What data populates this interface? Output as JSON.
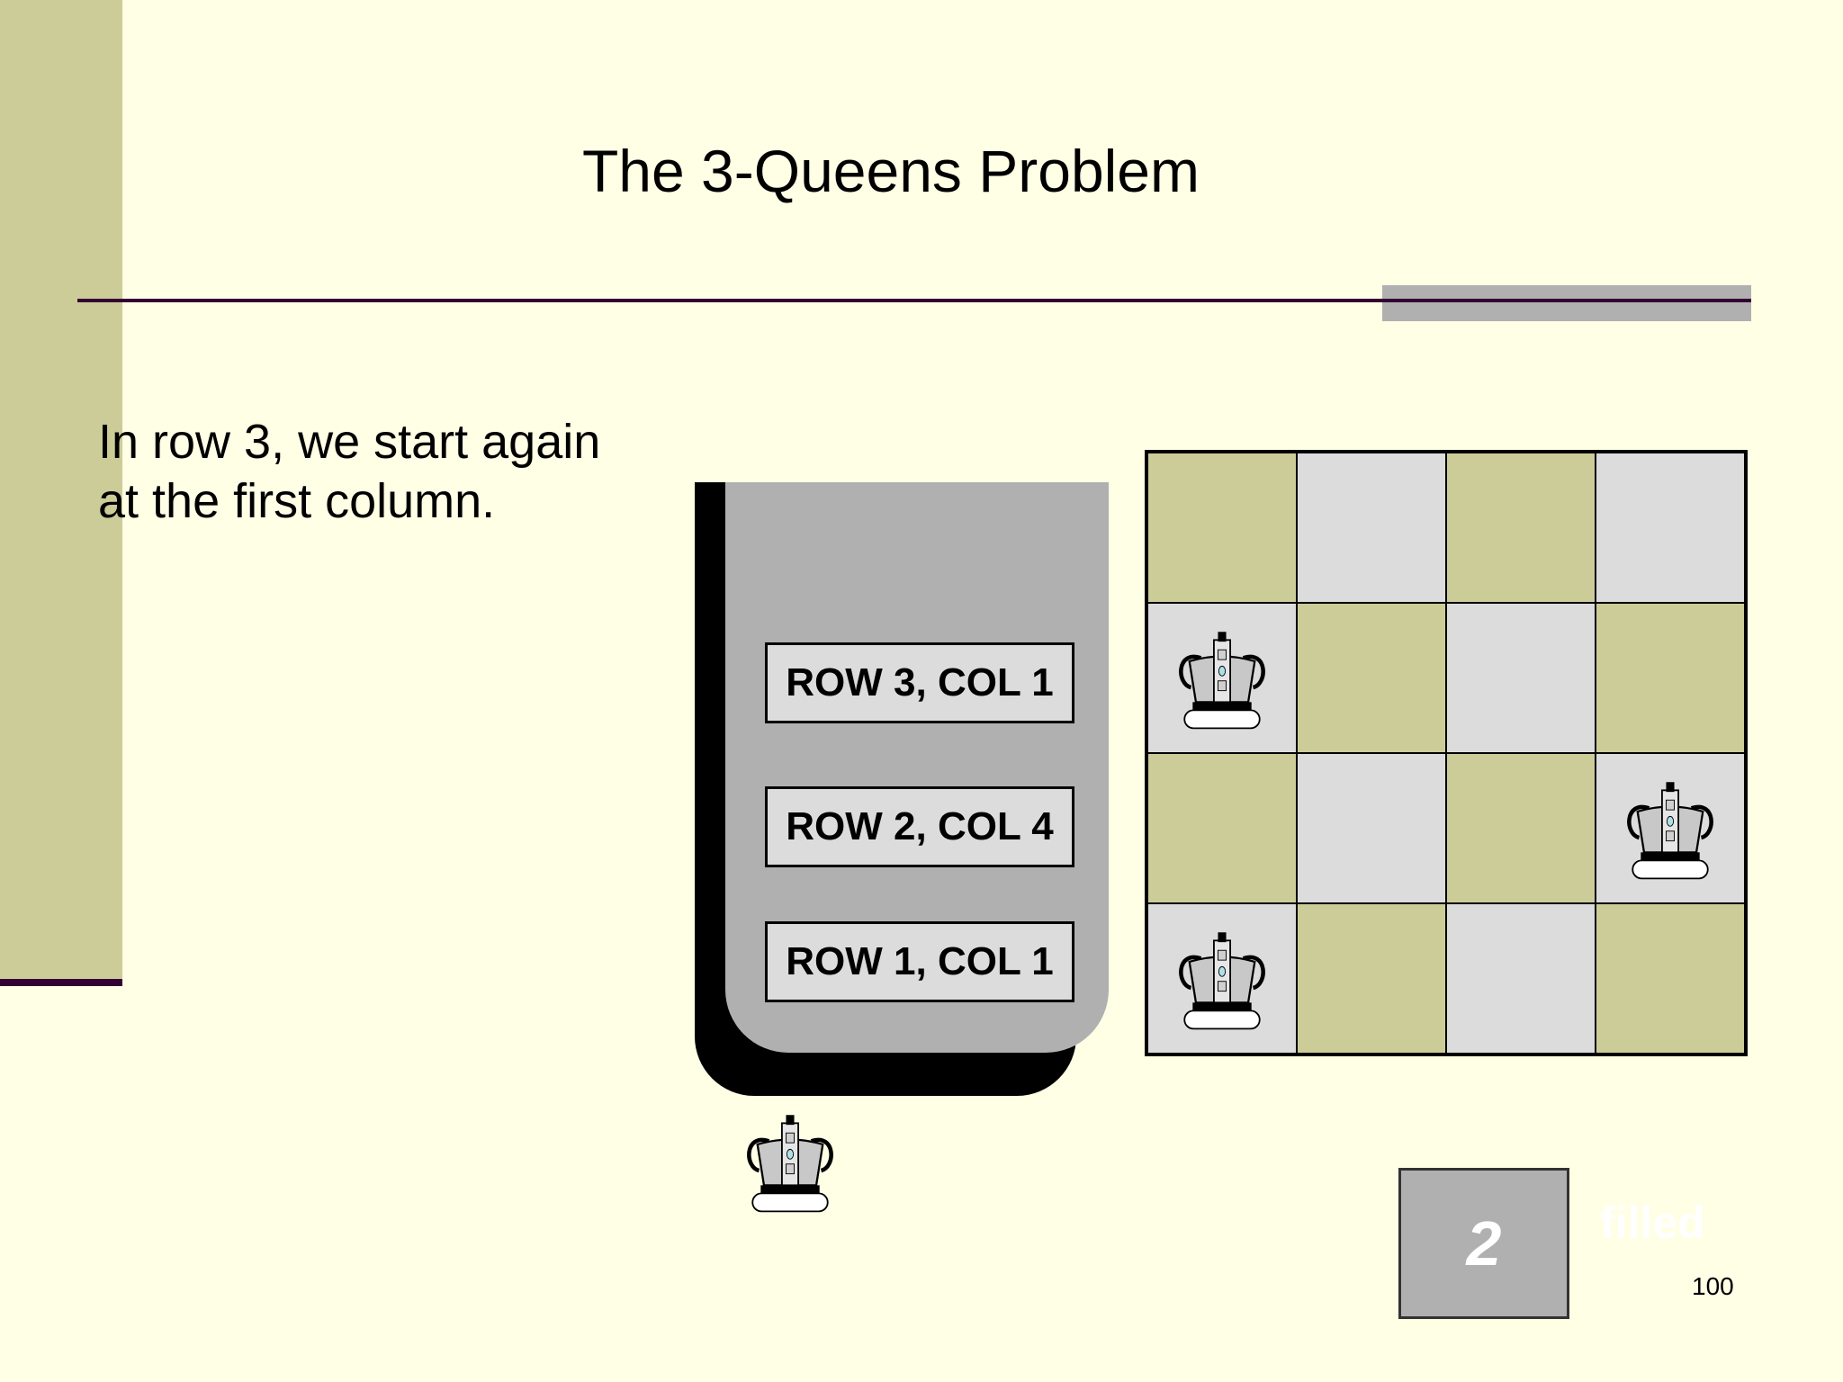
{
  "slide": {
    "title": "The 3-Queens Problem",
    "body_lines": [
      "In row 3, we start again",
      "at the first column."
    ],
    "page_number": "100"
  },
  "stack": {
    "entries": [
      {
        "label": "ROW 3, COL 1"
      },
      {
        "label": "ROW 2, COL 4"
      },
      {
        "label": "ROW 1, COL 1"
      }
    ]
  },
  "board": {
    "size": 4,
    "queens": [
      {
        "row": 1,
        "col": 1
      },
      {
        "row": 2,
        "col": 4
      },
      {
        "row": 3,
        "col": 1
      }
    ]
  },
  "counter": {
    "value": "2",
    "label": "filled"
  },
  "colors": {
    "background": "#ffffe6",
    "sidebar": "#cccc99",
    "accent_line": "#330033",
    "board_dark": "#cccc99",
    "board_light": "#dcdcdc",
    "stack_gray": "#b0b0b0"
  },
  "icons": {
    "queen": "queen-icon"
  }
}
